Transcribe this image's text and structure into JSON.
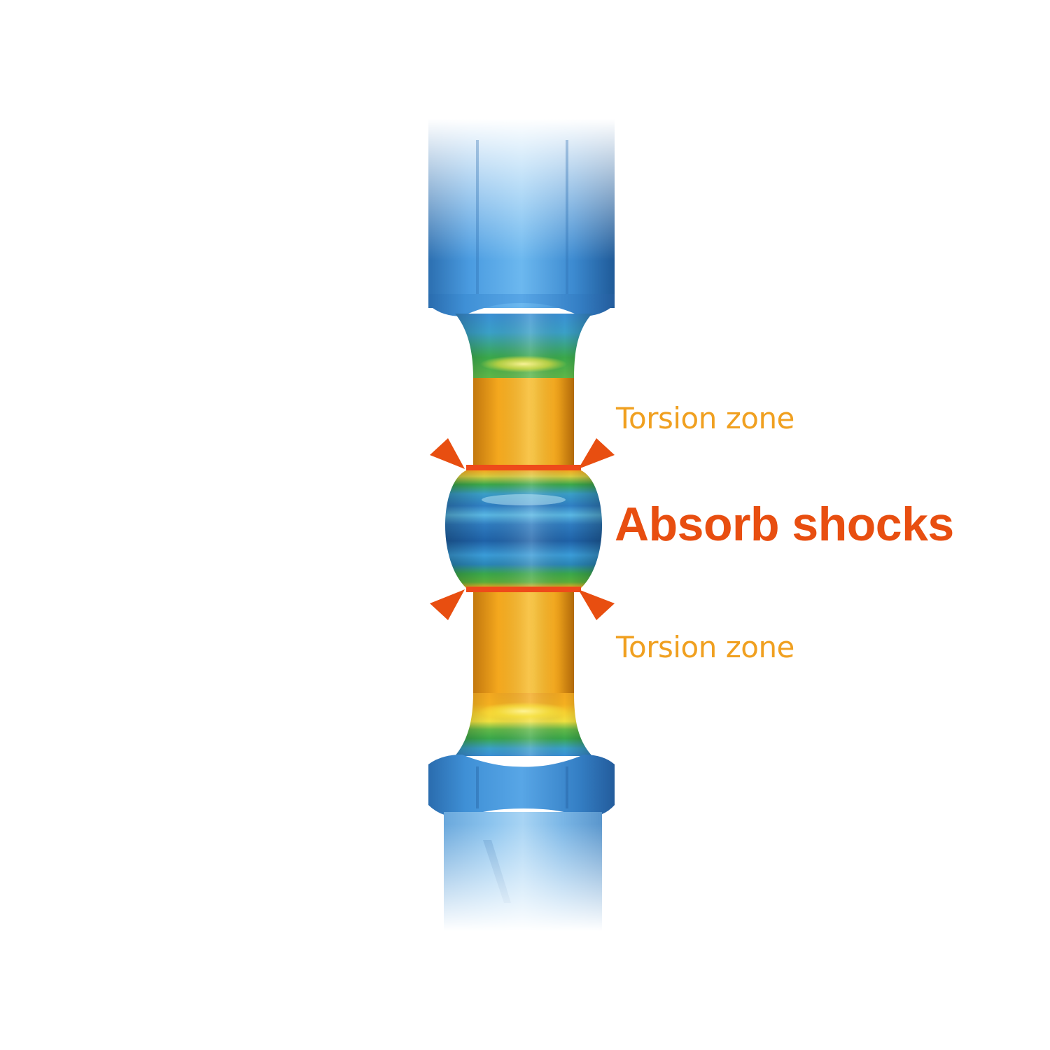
{
  "labels": {
    "torsion_top": "Torsion zone",
    "main": "Absorb shocks",
    "torsion_bottom": "Torsion zone"
  },
  "colors": {
    "torsion_label": "#f0a020",
    "main_label": "#e84e10",
    "arrow": "#e84e10",
    "shaft_blue": "#2e7fc4",
    "shaft_dark_blue": "#1f5f9f",
    "shaft_orange": "#f3a820",
    "band_yellow": "#f6e63a",
    "band_green": "#3aa84a",
    "ring_red": "#ee4a1a"
  },
  "icons": {
    "arrow": "triangle-pointer-icon"
  }
}
